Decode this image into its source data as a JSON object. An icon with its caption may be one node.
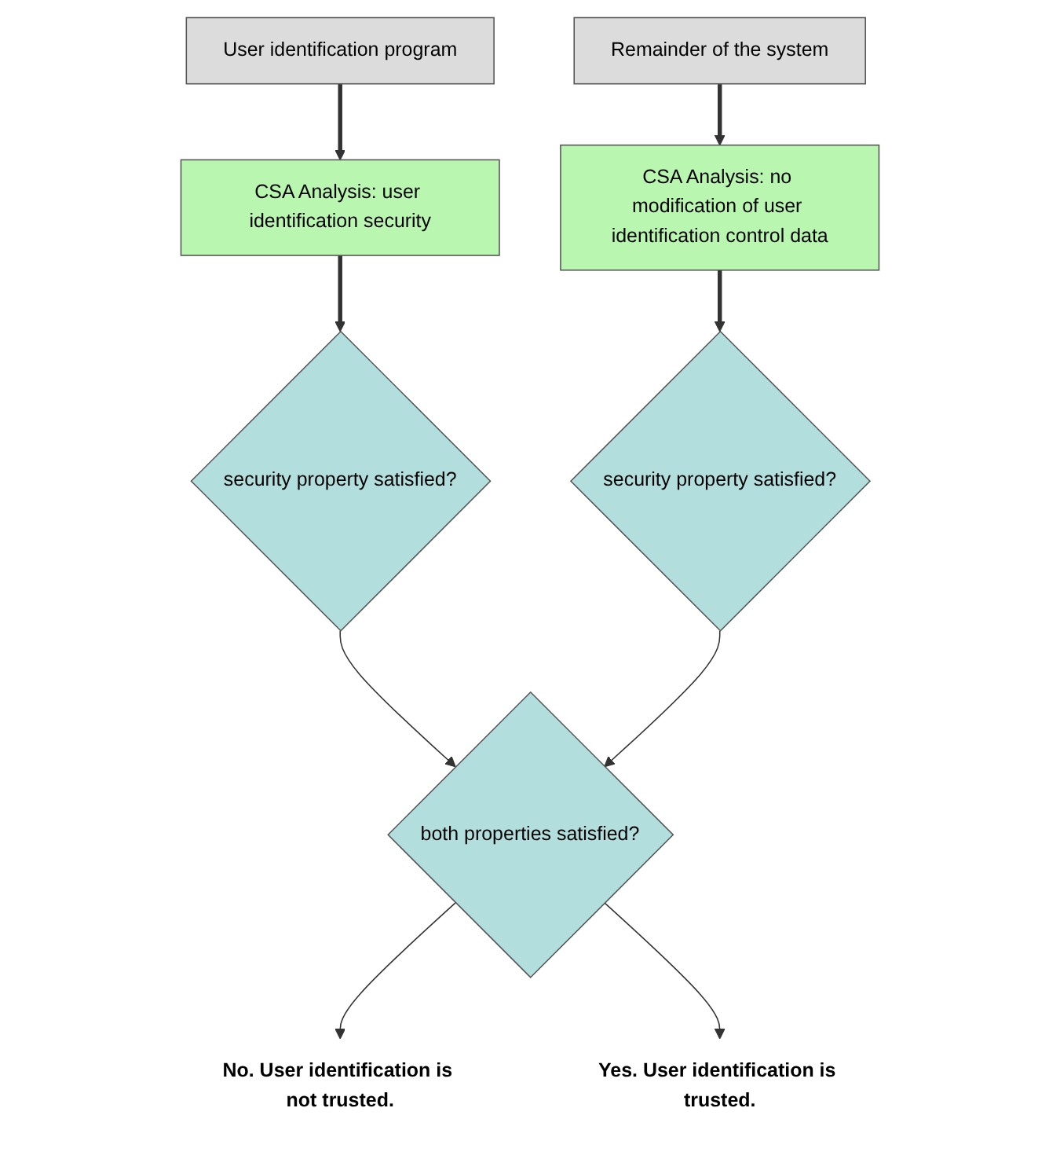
{
  "diagram": {
    "nodes": [
      {
        "text": [
          "User identification program"
        ]
      },
      {
        "text": [
          "Remainder of the system"
        ]
      },
      {
        "text": [
          "CSA Analysis: user identification security"
        ]
      },
      {
        "text": [
          "CSA Analysis: no modification of user identification control data"
        ]
      },
      {
        "text": [
          "security property satisfied?"
        ]
      },
      {
        "text": [
          "security property satisfied?"
        ]
      },
      {
        "text": [
          "both properties satisfied?"
        ]
      },
      {
        "text": [
          "No. User identification is not trusted."
        ]
      },
      {
        "text": [
          "Yes. User identification is trusted."
        ]
      }
    ],
    "edges": [
      {
        "from": 0,
        "to": 2,
        "arrow": "to",
        "style": "thick"
      },
      {
        "from": 1,
        "to": 3,
        "arrow": "to",
        "style": "thick"
      },
      {
        "from": 2,
        "to": 4,
        "arrow": "to",
        "style": "thick"
      },
      {
        "from": 3,
        "to": 5,
        "arrow": "to",
        "style": "thick"
      },
      {
        "from": 4,
        "to": 6,
        "arrow": "to"
      },
      {
        "from": 5,
        "to": 6,
        "arrow": "to"
      },
      {
        "from": 6,
        "to": 7,
        "arrow": "to"
      },
      {
        "from": 6,
        "to": 8,
        "arrow": "to"
      }
    ]
  }
}
